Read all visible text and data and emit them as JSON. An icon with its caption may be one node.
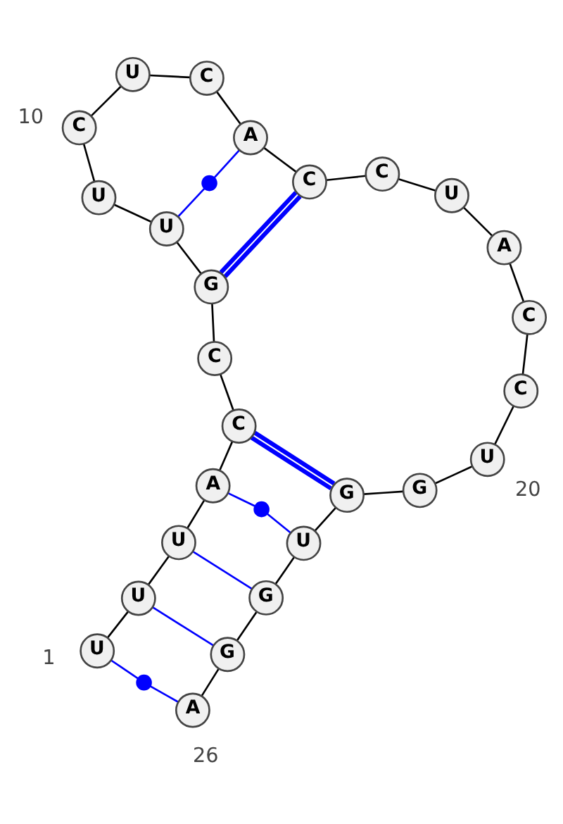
{
  "diagram": {
    "nodes": [
      {
        "text": [
          "U"
        ]
      },
      {
        "text": [
          "U"
        ]
      },
      {
        "text": [
          "U"
        ]
      },
      {
        "text": [
          "A"
        ]
      },
      {
        "text": [
          "C"
        ]
      },
      {
        "text": [
          "C"
        ]
      },
      {
        "text": [
          "G"
        ]
      },
      {
        "text": [
          "U"
        ]
      },
      {
        "text": [
          "U"
        ]
      },
      {
        "text": [
          "C"
        ]
      },
      {
        "text": [
          "U"
        ]
      },
      {
        "text": [
          "C"
        ]
      },
      {
        "text": [
          "A"
        ]
      },
      {
        "text": [
          "C"
        ]
      },
      {
        "text": [
          "C"
        ]
      },
      {
        "text": [
          "U"
        ]
      },
      {
        "text": [
          "A"
        ]
      },
      {
        "text": [
          "C"
        ]
      },
      {
        "text": [
          "C"
        ]
      },
      {
        "text": [
          "U"
        ]
      },
      {
        "text": [
          "G"
        ]
      },
      {
        "text": [
          "G"
        ]
      },
      {
        "text": [
          "U"
        ]
      },
      {
        "text": [
          "G"
        ]
      },
      {
        "text": [
          "G"
        ]
      },
      {
        "text": [
          "A"
        ]
      },
      {
        "text": [],
        "shape": "circle"
      },
      {
        "text": [],
        "shape": "circle"
      },
      {
        "text": [],
        "shape": "circle"
      }
    ],
    "edges": [
      {
        "from": 0,
        "to": 1,
        "arrow": "none"
      },
      {
        "from": 1,
        "to": 2,
        "arrow": "none"
      },
      {
        "from": 2,
        "to": 3,
        "arrow": "none"
      },
      {
        "from": 3,
        "to": 4,
        "arrow": "none"
      },
      {
        "from": 4,
        "to": 5,
        "arrow": "none"
      },
      {
        "from": 5,
        "to": 6,
        "arrow": "none"
      },
      {
        "from": 6,
        "to": 7,
        "arrow": "none"
      },
      {
        "from": 7,
        "to": 8,
        "arrow": "none"
      },
      {
        "from": 8,
        "to": 9,
        "arrow": "none"
      },
      {
        "from": 9,
        "to": 10,
        "arrow": "none"
      },
      {
        "from": 10,
        "to": 11,
        "arrow": "none"
      },
      {
        "from": 11,
        "to": 12,
        "arrow": "none"
      },
      {
        "from": 12,
        "to": 13,
        "arrow": "none"
      },
      {
        "from": 13,
        "to": 14,
        "arrow": "none"
      },
      {
        "from": 14,
        "to": 15,
        "arrow": "none"
      },
      {
        "from": 15,
        "to": 16,
        "arrow": "none"
      },
      {
        "from": 16,
        "to": 17,
        "arrow": "none"
      },
      {
        "from": 17,
        "to": 18,
        "arrow": "none"
      },
      {
        "from": 18,
        "to": 19,
        "arrow": "none"
      },
      {
        "from": 19,
        "to": 20,
        "arrow": "none"
      },
      {
        "from": 20,
        "to": 21,
        "arrow": "none"
      },
      {
        "from": 21,
        "to": 22,
        "arrow": "none"
      },
      {
        "from": 22,
        "to": 23,
        "arrow": "none"
      },
      {
        "from": 23,
        "to": 24,
        "arrow": "none"
      },
      {
        "from": 24,
        "to": 25,
        "arrow": "none"
      },
      {
        "from": 0,
        "to": 28,
        "arrow": "none",
        "color": "#0000ff"
      },
      {
        "from": 28,
        "to": 25,
        "arrow": "none",
        "color": "#0000ff"
      },
      {
        "from": 1,
        "to": 24,
        "arrow": "none",
        "color": "#0000ff"
      },
      {
        "from": 2,
        "to": 23,
        "arrow": "none",
        "color": "#0000ff"
      },
      {
        "from": 3,
        "to": 27,
        "arrow": "none",
        "color": "#0000ff"
      },
      {
        "from": 27,
        "to": 22,
        "arrow": "none",
        "color": "#0000ff"
      },
      {
        "from": 4,
        "to": 21,
        "arrow": "none",
        "style": "thick",
        "color": "#0000ff"
      },
      {
        "from": 6,
        "to": 13,
        "arrow": "none",
        "style": "thick",
        "color": "#0000ff"
      },
      {
        "from": 7,
        "to": 26,
        "arrow": "none",
        "color": "#0000ff"
      },
      {
        "from": 26,
        "to": 12,
        "arrow": "none",
        "color": "#0000ff"
      }
    ],
    "labels": [
      "10",
      "20",
      "1",
      "26"
    ]
  }
}
